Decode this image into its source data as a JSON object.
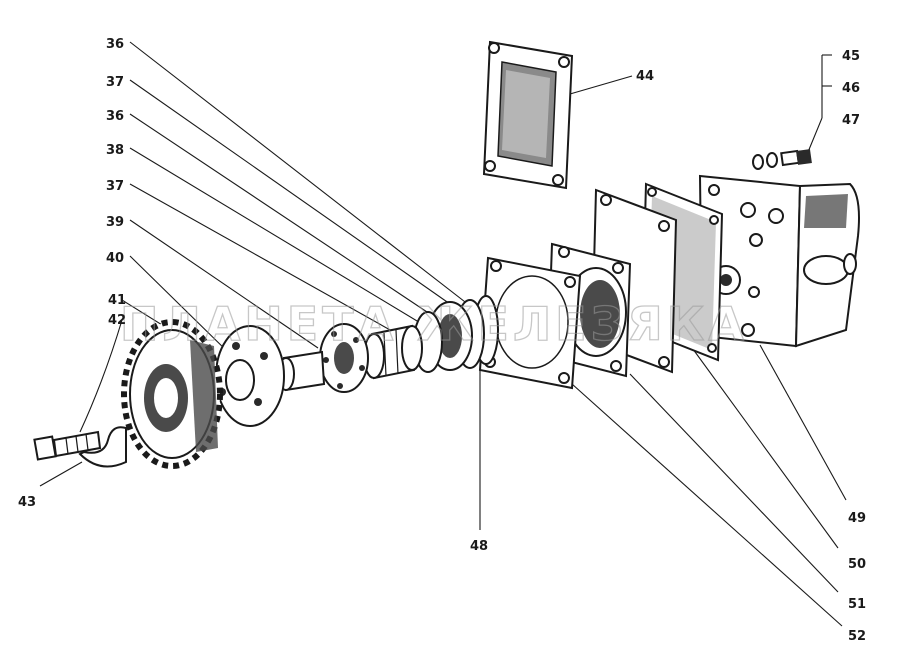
{
  "watermark": "ПЛАНЕТА ЖЕЛЕЗЯКА",
  "callouts": {
    "c36a": "36",
    "c37a": "37",
    "c36b": "36",
    "c38": "38",
    "c37b": "37",
    "c39": "39",
    "c40": "40",
    "c41": "41",
    "c42": "42",
    "c43": "43",
    "c44": "44",
    "c45": "45",
    "c46": "46",
    "c47": "47",
    "c48": "48",
    "c49": "49",
    "c50": "50",
    "c51": "51",
    "c52": "52"
  },
  "colors": {
    "ink": "#1a1a1a",
    "shade": "#4a4a4a",
    "paper": "#ffffff",
    "watermark": "#9a9a9a"
  }
}
